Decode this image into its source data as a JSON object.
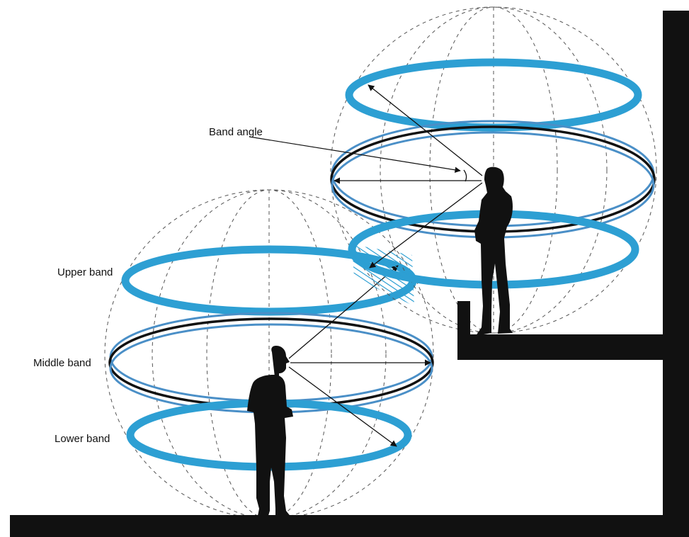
{
  "labels": {
    "band_angle": "Band angle",
    "upper_band": "Upper band",
    "middle_band": "Middle band",
    "lower_band": "Lower band"
  },
  "colors": {
    "band_blue": "#2d9fd3",
    "ring_blue": "#4a8fc7",
    "black": "#111111",
    "sphere_dash": "#555555"
  },
  "icons": [
    "person-silhouette",
    "arrow"
  ]
}
